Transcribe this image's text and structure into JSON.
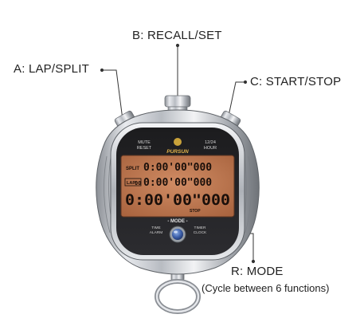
{
  "callouts": {
    "lap_split": "A: LAP/SPLIT",
    "recall_set": "B: RECALL/SET",
    "start_stop": "C: START/STOP",
    "mode": "R: MODE",
    "mode_note": "(Cycle between 6 functions)"
  },
  "stopwatch": {
    "brand": "PURSUN",
    "mute_reset": [
      "MUTE",
      "RESET"
    ],
    "hour_12_24": [
      "12/24",
      "HOUR"
    ],
    "split_label": "SPLIT",
    "lap_label": "LAP",
    "lap_number": "00",
    "row1_time": "0:00'00\"000",
    "row2_time": "0:00'00\"000",
    "row3_time": "0:00'00\"000",
    "stop_label": "STOP",
    "mode_label": "- MODE -",
    "bottom_left": [
      "TIME",
      "ALARM"
    ],
    "bottom_right": [
      "TIMER",
      "CLOCK"
    ]
  },
  "colors": {
    "lcd_background": "#c07a55",
    "lcd_digits": "#1a0f0a",
    "chrome": "#c9ccd1",
    "mode_button": "#3b5ea8"
  }
}
